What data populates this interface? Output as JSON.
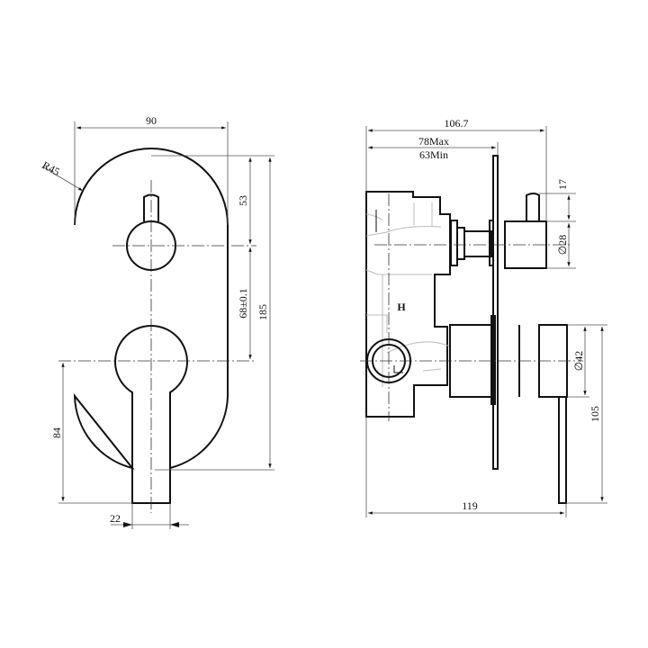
{
  "drawing": {
    "type": "technical-drawing",
    "subject": "wall mixer with diverter",
    "front_view": {
      "dimensions": {
        "width": "90",
        "radius": "R45",
        "top_to_diverter": "53",
        "diverter_to_lever": "68±0.1",
        "overall_height": "185",
        "lever_drop": "84",
        "lever_width": "22"
      }
    },
    "side_view": {
      "dimensions": {
        "overall_depth": "106.7",
        "depth_max": "78Max",
        "depth_min": "63Min",
        "diverter_stem": "17",
        "diverter_diameter": "∅28",
        "handle_diameter": "∅42",
        "lever_height": "105",
        "overall_length": "119"
      },
      "marking": "H"
    },
    "colors": {
      "line": "#111111",
      "hidden_line": "#bbbbbb",
      "background": "#ffffff"
    }
  }
}
